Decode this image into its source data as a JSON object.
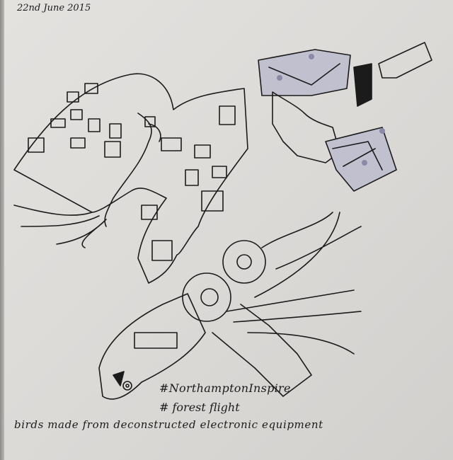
{
  "date": "22nd June 2015",
  "hashtags": [
    "#NorthamptonInspire",
    "# forest flight"
  ],
  "caption": "birds made from deconstructed electronic equipment",
  "colors": {
    "paper": "#dedcd9",
    "ink": "#1c1b1b",
    "wash": "#b8b8c8"
  }
}
